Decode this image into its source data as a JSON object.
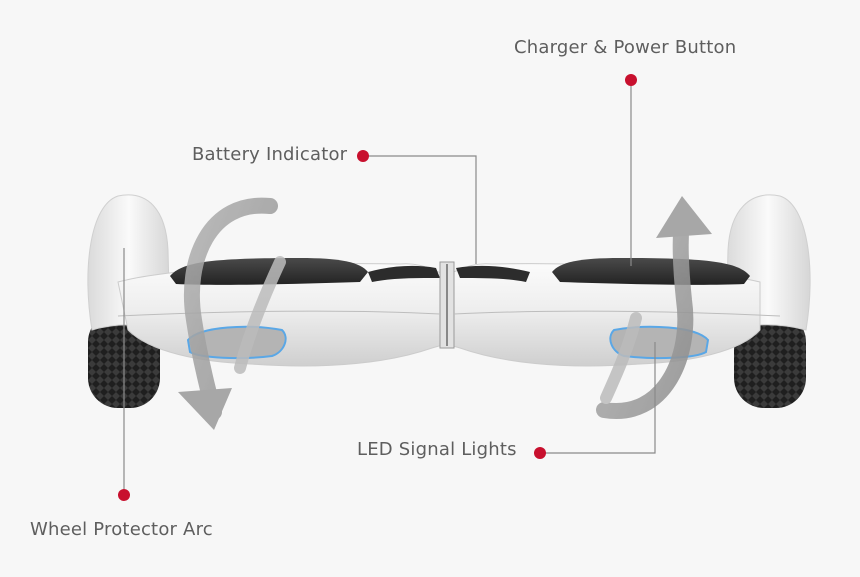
{
  "callouts": {
    "charger": "Charger & Power Button",
    "battery": "Battery Indicator",
    "led": "LED Signal Lights",
    "wheel": "Wheel Protector Arc"
  },
  "colors": {
    "background": "#f7f7f7",
    "marker": "#c8102e",
    "leader_line": "#8a8a8a",
    "label_text": "#5e5e5e",
    "body": "#ececec",
    "arrow": "#9e9e9e",
    "led_glow": "#5aa7e6"
  },
  "icons": {
    "front_rotation_arrow": "rotate-forward-arrow-icon",
    "back_rotation_arrow": "rotate-backward-arrow-icon"
  }
}
